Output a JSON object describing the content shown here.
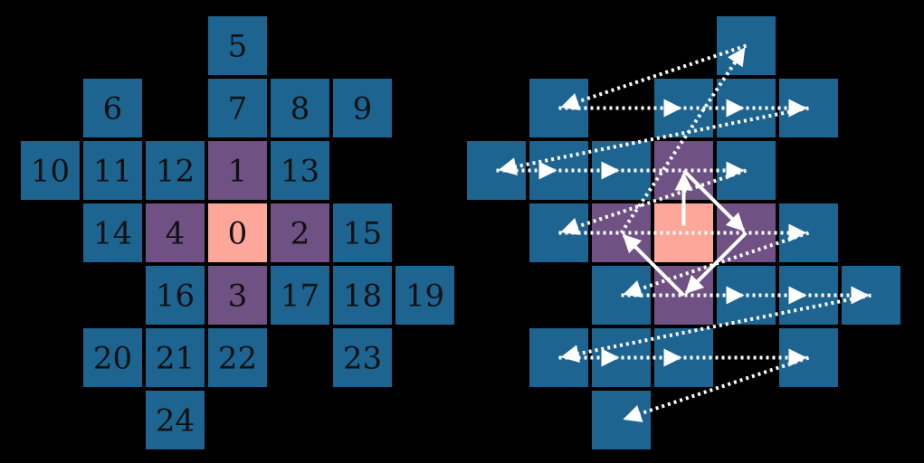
{
  "colors": {
    "background": "#000000",
    "cell_outer": "#1d6491",
    "cell_neighbor": "#6f5183",
    "cell_center": "#fda69a",
    "arrow": "#ffffff",
    "label": "#111111"
  },
  "left_grid": {
    "cells": [
      {
        "label": "5",
        "col": 3,
        "row": 0,
        "kind": "outer"
      },
      {
        "label": "6",
        "col": 1,
        "row": 1,
        "kind": "outer"
      },
      {
        "label": "7",
        "col": 3,
        "row": 1,
        "kind": "outer"
      },
      {
        "label": "8",
        "col": 4,
        "row": 1,
        "kind": "outer"
      },
      {
        "label": "9",
        "col": 5,
        "row": 1,
        "kind": "outer"
      },
      {
        "label": "10",
        "col": 0,
        "row": 2,
        "kind": "outer"
      },
      {
        "label": "11",
        "col": 1,
        "row": 2,
        "kind": "outer"
      },
      {
        "label": "12",
        "col": 2,
        "row": 2,
        "kind": "outer"
      },
      {
        "label": "1",
        "col": 3,
        "row": 2,
        "kind": "neighbor"
      },
      {
        "label": "13",
        "col": 4,
        "row": 2,
        "kind": "outer"
      },
      {
        "label": "14",
        "col": 1,
        "row": 3,
        "kind": "outer"
      },
      {
        "label": "4",
        "col": 2,
        "row": 3,
        "kind": "neighbor"
      },
      {
        "label": "0",
        "col": 3,
        "row": 3,
        "kind": "center"
      },
      {
        "label": "2",
        "col": 4,
        "row": 3,
        "kind": "neighbor"
      },
      {
        "label": "15",
        "col": 5,
        "row": 3,
        "kind": "outer"
      },
      {
        "label": "16",
        "col": 2,
        "row": 4,
        "kind": "outer"
      },
      {
        "label": "3",
        "col": 3,
        "row": 4,
        "kind": "neighbor"
      },
      {
        "label": "17",
        "col": 4,
        "row": 4,
        "kind": "outer"
      },
      {
        "label": "18",
        "col": 5,
        "row": 4,
        "kind": "outer"
      },
      {
        "label": "19",
        "col": 6,
        "row": 4,
        "kind": "outer"
      },
      {
        "label": "20",
        "col": 1,
        "row": 5,
        "kind": "outer"
      },
      {
        "label": "21",
        "col": 2,
        "row": 5,
        "kind": "outer"
      },
      {
        "label": "22",
        "col": 3,
        "row": 5,
        "kind": "outer"
      },
      {
        "label": "23",
        "col": 5,
        "row": 5,
        "kind": "outer"
      },
      {
        "label": "24",
        "col": 2,
        "row": 6,
        "kind": "outer"
      }
    ]
  },
  "right_grid": {
    "cells": [
      {
        "col": 4,
        "row": 0,
        "kind": "outer"
      },
      {
        "col": 1,
        "row": 1,
        "kind": "outer"
      },
      {
        "col": 3,
        "row": 1,
        "kind": "outer"
      },
      {
        "col": 4,
        "row": 1,
        "kind": "outer"
      },
      {
        "col": 5,
        "row": 1,
        "kind": "outer"
      },
      {
        "col": 0,
        "row": 2,
        "kind": "outer"
      },
      {
        "col": 1,
        "row": 2,
        "kind": "outer"
      },
      {
        "col": 2,
        "row": 2,
        "kind": "outer"
      },
      {
        "col": 3,
        "row": 2,
        "kind": "neighbor"
      },
      {
        "col": 4,
        "row": 2,
        "kind": "outer"
      },
      {
        "col": 1,
        "row": 3,
        "kind": "outer"
      },
      {
        "col": 2,
        "row": 3,
        "kind": "neighbor"
      },
      {
        "col": 3,
        "row": 3,
        "kind": "center"
      },
      {
        "col": 4,
        "row": 3,
        "kind": "neighbor"
      },
      {
        "col": 5,
        "row": 3,
        "kind": "outer"
      },
      {
        "col": 2,
        "row": 4,
        "kind": "outer"
      },
      {
        "col": 3,
        "row": 4,
        "kind": "neighbor"
      },
      {
        "col": 4,
        "row": 4,
        "kind": "outer"
      },
      {
        "col": 5,
        "row": 4,
        "kind": "outer"
      },
      {
        "col": 6,
        "row": 4,
        "kind": "outer"
      },
      {
        "col": 1,
        "row": 5,
        "kind": "outer"
      },
      {
        "col": 2,
        "row": 5,
        "kind": "outer"
      },
      {
        "col": 3,
        "row": 5,
        "kind": "outer"
      },
      {
        "col": 5,
        "row": 5,
        "kind": "outer"
      },
      {
        "col": 2,
        "row": 6,
        "kind": "outer"
      }
    ],
    "solid_path": [
      [
        3,
        3
      ],
      [
        3,
        2
      ],
      [
        4,
        3
      ],
      [
        3,
        4
      ],
      [
        2,
        3
      ]
    ],
    "dotted_path": [
      [
        2,
        3
      ],
      [
        4,
        0
      ],
      [
        1,
        1
      ],
      [
        3,
        1
      ],
      [
        4,
        1
      ],
      [
        5,
        1
      ],
      [
        0,
        2
      ],
      [
        1,
        2
      ],
      [
        2,
        2
      ],
      [
        4,
        2
      ],
      [
        1,
        3
      ],
      [
        5,
        3
      ],
      [
        2,
        4
      ],
      [
        4,
        4
      ],
      [
        5,
        4
      ],
      [
        6,
        4
      ],
      [
        1,
        5
      ],
      [
        2,
        5
      ],
      [
        3,
        5
      ],
      [
        5,
        5
      ],
      [
        2,
        6
      ]
    ]
  }
}
